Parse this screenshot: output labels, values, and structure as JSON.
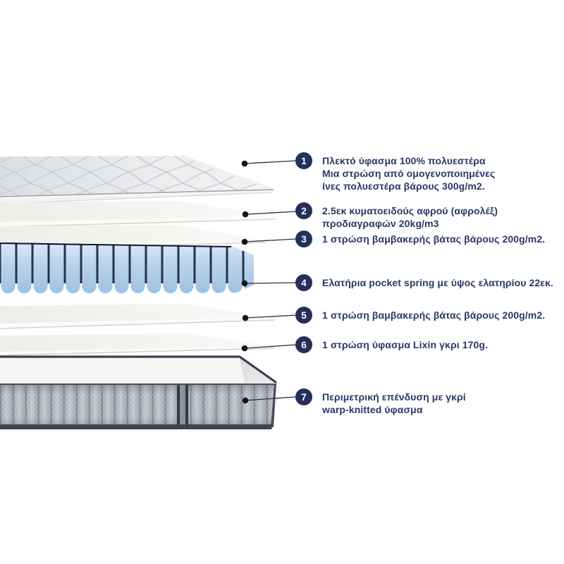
{
  "colors": {
    "navy": "#252f5b",
    "text": "#2b3766",
    "leader-line": "#2e2e2e",
    "leader-dot": "#141414",
    "spring-blue-light": "#bcd4ec",
    "spring-blue-dark": "#223450",
    "fabric-grey": "#b2b6bc",
    "trim-dark": "#3e4452",
    "sheet-offwhite": "#f3f3f0",
    "background": "#ffffff"
  },
  "illustration": {
    "layers": [
      "quilted-knit-cover",
      "wave-foam-sheet",
      "cotton-wadding-top",
      "pocket-springs",
      "cotton-wadding-bottom",
      "lixin-grey-fabric",
      "perimeter-base-cover"
    ]
  },
  "callouts": [
    {
      "number": "1",
      "lines": [
        "Πλεκτό ύφασμα 100% πολυεστέρα",
        "Μια στρώση από ομογενοποιημένες",
        "ίνες πολυεστέρα βάρους 300g/m2."
      ]
    },
    {
      "number": "2",
      "lines": [
        "2.5εκ κυματοειδούς αφρού (αφρολέξ)",
        "προδιαγραφών 20kg/m3"
      ]
    },
    {
      "number": "3",
      "lines": [
        "1 στρώση βαμβακερής βάτας βάρους 200g/m2."
      ]
    },
    {
      "number": "4",
      "lines": [
        "Ελατήρια pocket spring με ύψος ελατηρίου 22εκ."
      ]
    },
    {
      "number": "5",
      "lines": [
        "1 στρώση βαμβακερής βάτας βάρους 200g/m2."
      ]
    },
    {
      "number": "6",
      "lines": [
        "1 στρώση ύφασμα Lixin γκρι 170g."
      ]
    },
    {
      "number": "7",
      "lines": [
        "Περιμετρική επένδυση με γκρί",
        "warp-knitted ύφασμα"
      ]
    }
  ]
}
